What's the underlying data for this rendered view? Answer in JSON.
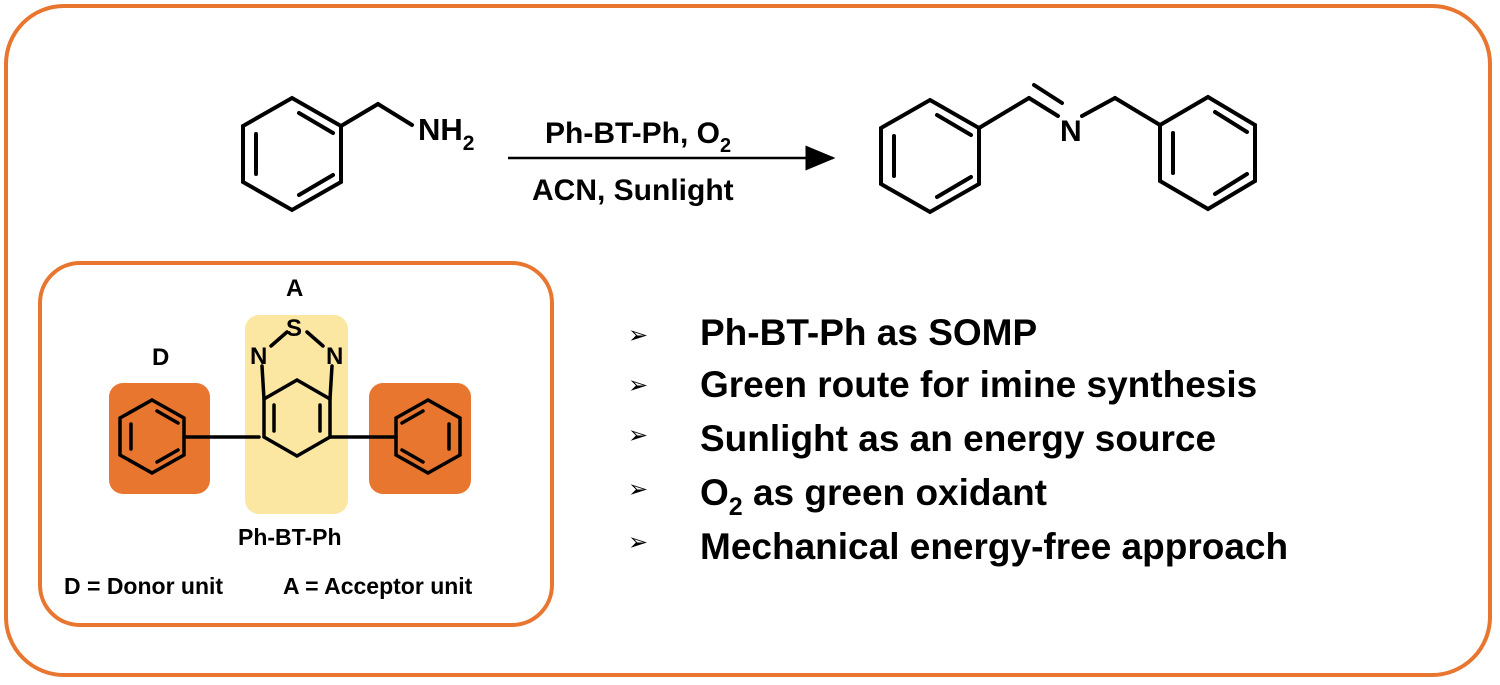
{
  "colors": {
    "accent": "#e8762f",
    "donor_fill": "#e8762f",
    "acceptor_fill": "#fce7a2"
  },
  "reaction": {
    "reactant_group": "NH",
    "reactant_sub": "2",
    "product_atom": "N",
    "condition_top": "Ph-BT-Ph, O",
    "condition_top_sub": "2",
    "condition_bottom": "ACN, Sunlight"
  },
  "inset": {
    "acceptor_letter": "A",
    "donor_letter": "D",
    "atom_s": "S",
    "atom_n_left": "N",
    "atom_n_right": "N",
    "molecule_name": "Ph-BT-Ph",
    "legend_donor": "D = Donor unit",
    "legend_acceptor": "A = Acceptor unit"
  },
  "points": {
    "marker": "➢",
    "item1": "Ph-BT-Ph as SOMP",
    "item2": "Green route for imine synthesis",
    "item3": "Sunlight as an energy source",
    "item4_prefix": "O",
    "item4_sub": "2",
    "item4_rest": " as green oxidant",
    "item5": "Mechanical energy-free approach"
  }
}
